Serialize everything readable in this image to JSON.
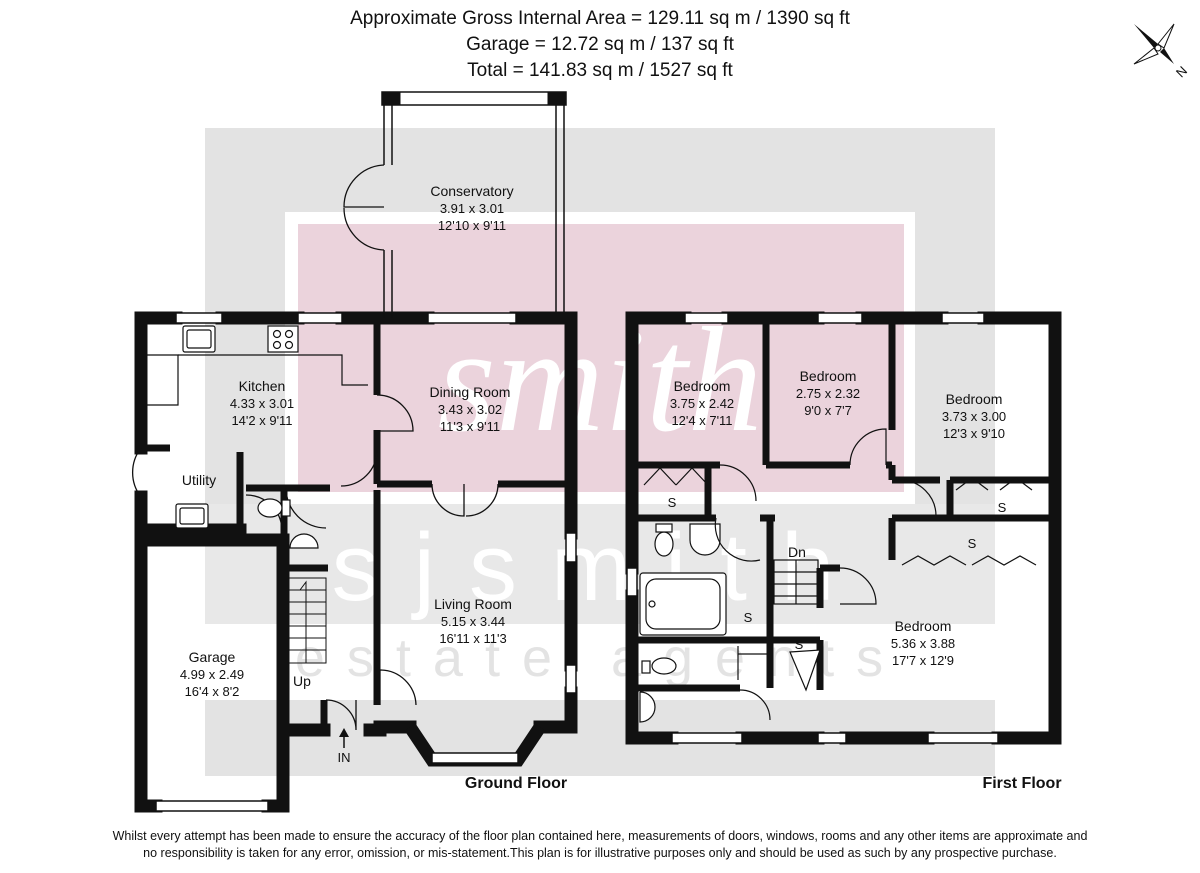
{
  "header": {
    "line1": "Approximate Gross Internal Area = 129.11 sq m / 1390 sq ft",
    "line2": "Garage = 12.72 sq m / 137 sq ft",
    "line3": "Total = 141.83 sq m / 1527 sq ft"
  },
  "compass": {
    "label": "N"
  },
  "watermark": {
    "script": "smith",
    "brand": "sjsmith",
    "tagline": "estate agents"
  },
  "rooms": {
    "conservatory": {
      "name": "Conservatory",
      "metric": "3.91 x 3.01",
      "imperial": "12'10 x 9'11"
    },
    "kitchen": {
      "name": "Kitchen",
      "metric": "4.33 x 3.01",
      "imperial": "14'2 x 9'11"
    },
    "dining": {
      "name": "Dining Room",
      "metric": "3.43 x 3.02",
      "imperial": "11'3 x 9'11"
    },
    "utility": {
      "name": "Utility"
    },
    "living": {
      "name": "Living Room",
      "metric": "5.15 x 3.44",
      "imperial": "16'11 x 11'3"
    },
    "garage": {
      "name": "Garage",
      "metric": "4.99 x 2.49",
      "imperial": "16'4 x 8'2"
    },
    "bed1": {
      "name": "Bedroom",
      "metric": "3.75 x 2.42",
      "imperial": "12'4 x 7'11"
    },
    "bed2": {
      "name": "Bedroom",
      "metric": "2.75 x 2.32",
      "imperial": "9'0 x 7'7"
    },
    "bed3": {
      "name": "Bedroom",
      "metric": "3.73 x 3.00",
      "imperial": "12'3 x 9'10"
    },
    "bed4": {
      "name": "Bedroom",
      "metric": "5.36 x 3.88",
      "imperial": "17'7 x 12'9"
    }
  },
  "markers": {
    "up": "Up",
    "in": "IN",
    "dn": "Dn",
    "storage": "S"
  },
  "floors": {
    "ground": "Ground Floor",
    "first": "First Floor"
  },
  "disclaimer": {
    "line1": "Whilst every attempt has been made to ensure the accuracy of the floor plan contained here, measurements of doors, windows, rooms and any other items are approximate and",
    "line2": "no responsibility is taken for any error, omission, or mis-statement.This plan is for illustrative purposes only and should be used as such by any prospective purchase."
  },
  "colors": {
    "wall": "#111111",
    "watermark_grey": "#e3e3e3",
    "watermark_pink": "#ebd3dc",
    "wm_white": "#ffffff"
  }
}
